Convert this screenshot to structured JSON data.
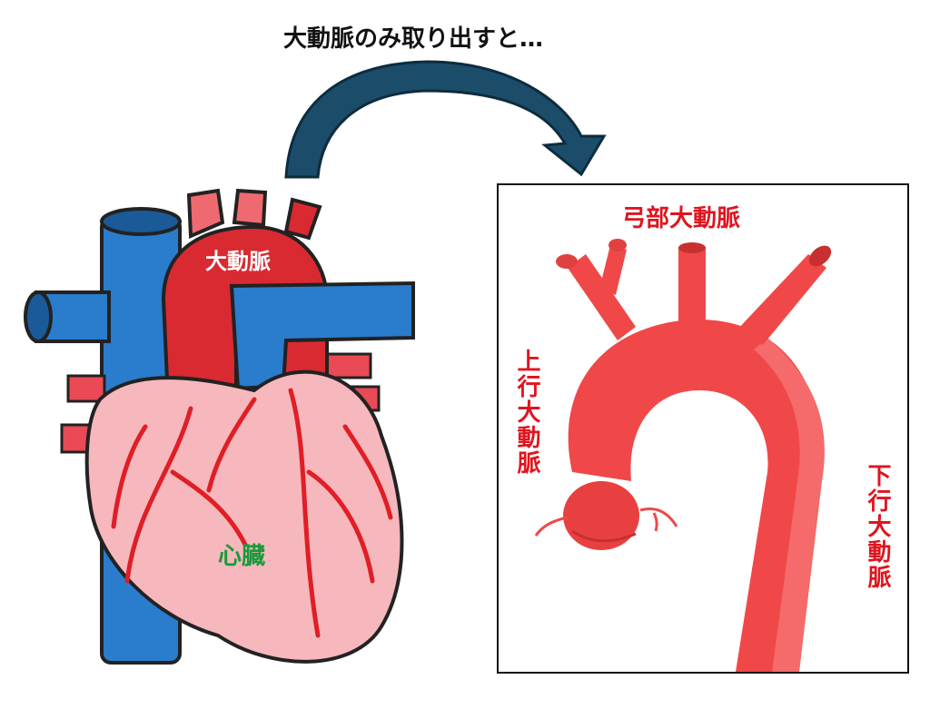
{
  "title": "大動脈のみ取り出すと…",
  "heart_figure": {
    "aorta_label": "大動脈",
    "heart_label": "心臓"
  },
  "aorta_figure": {
    "arch_label": "弓部大動脈",
    "ascending_label": "上行大動脈",
    "descending_label": "下行大動脈"
  },
  "colors": {
    "arrow": "#1b4d6b",
    "aorta": "#f04848",
    "vein": "#2a7ccc",
    "heart": "#f6b8bc",
    "label_red": "#e0141e",
    "label_green": "#1a9a3a"
  }
}
